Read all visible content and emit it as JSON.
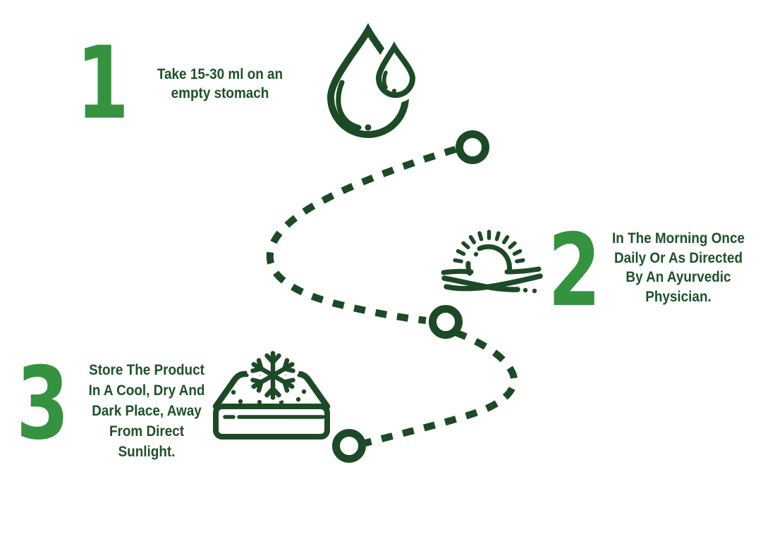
{
  "colors": {
    "step_number_green": "#35923e",
    "text_dark_green": "#1e5129",
    "line_dark_green": "#1d4a26",
    "background": "#ffffff"
  },
  "steps": [
    {
      "number": "1",
      "icon": "water-drop-icon",
      "lines": [
        "Take 15-30 ml on an",
        "empty stomach"
      ]
    },
    {
      "number": "2",
      "icon": "sunrise-icon",
      "lines": [
        "In The Morning Once",
        "Daily Or As Directed",
        "By An Ayurvedic",
        "Physician."
      ]
    },
    {
      "number": "3",
      "icon": "cold-storage-icon",
      "lines": [
        "Store The Product",
        "In A Cool, Dry And",
        "Dark Place, Away",
        "From Direct",
        "Sunlight."
      ]
    }
  ]
}
